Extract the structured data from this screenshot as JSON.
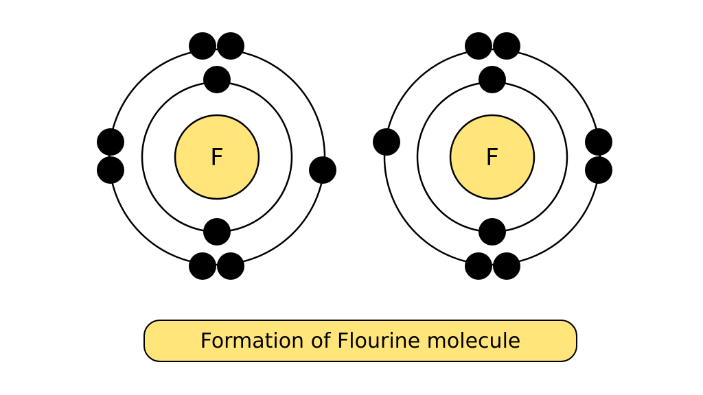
{
  "caption": "Formation of Flourine molecule",
  "colors": {
    "nucleus_fill": "#ffe57a",
    "caption_fill": "#ffe57a",
    "electron": "#000000",
    "orbit": "#000000"
  },
  "atoms": [
    {
      "symbol": "F",
      "inner_shell_electrons": 2,
      "outer_shell_electrons": 7
    },
    {
      "symbol": "F",
      "inner_shell_electrons": 2,
      "outer_shell_electrons": 7
    }
  ]
}
